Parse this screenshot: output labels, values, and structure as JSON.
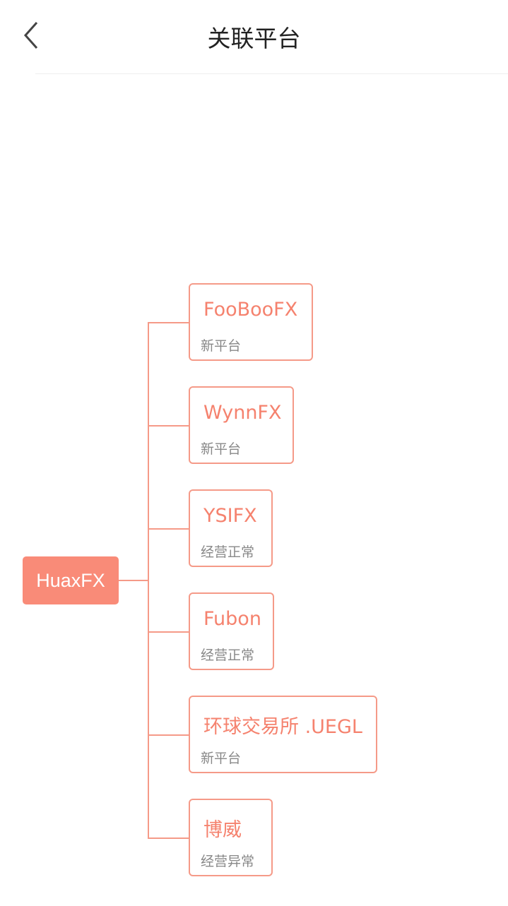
{
  "header": {
    "title": "关联平台",
    "back_icon": "chevron-left-icon"
  },
  "root": {
    "label": "HuaxFX"
  },
  "platforms": [
    {
      "name": "FooBooFX",
      "status": "新平台"
    },
    {
      "name": "WynnFX",
      "status": "新平台"
    },
    {
      "name": "YSIFX",
      "status": "经营正常"
    },
    {
      "name": "Fubon",
      "status": "经营正常"
    },
    {
      "name": "环球交易所 .UEGL",
      "status": "新平台"
    },
    {
      "name": "博威",
      "status": "经营异常"
    }
  ],
  "colors": {
    "accent": "#f98b78",
    "line": "#f59a88",
    "status_text": "#888888"
  }
}
